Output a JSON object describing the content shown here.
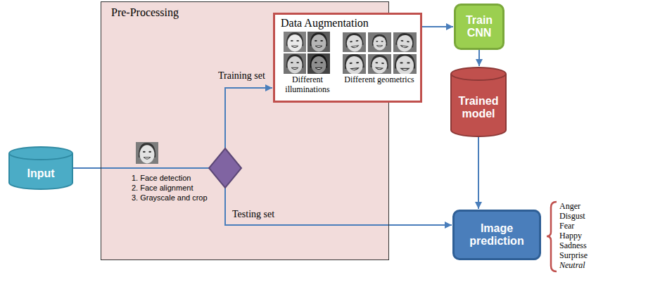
{
  "diagram": {
    "nodes": [
      {
        "text": [
          "Input"
        ]
      },
      {
        "text": [
          "Pre-Processing"
        ]
      },
      {
        "text": [
          "Data Augmentation",
          "Different illuminations",
          "Different geometrics"
        ],
        "in": 1
      },
      {
        "text": [
          "Train CNN"
        ]
      },
      {
        "text": [
          "Trained model"
        ]
      },
      {
        "text": [
          "Image prediction"
        ]
      }
    ],
    "edges": [
      {
        "from": 0,
        "to": 2,
        "arrow": "to",
        "label": "Training set"
      },
      {
        "from": 0,
        "to": 5,
        "arrow": "to",
        "label": "Testing set"
      },
      {
        "from": 2,
        "to": 3,
        "arrow": "to"
      },
      {
        "from": 3,
        "to": 4,
        "arrow": "to"
      },
      {
        "from": 4,
        "to": 5,
        "arrow": "to"
      }
    ],
    "labels": [
      "1. Face detection",
      "2. Face alignment",
      "3. Grayscale and crop",
      "Anger",
      "Disgust",
      "Fear",
      "Happy",
      "Sadness",
      "Surprise",
      "Neutral"
    ]
  }
}
